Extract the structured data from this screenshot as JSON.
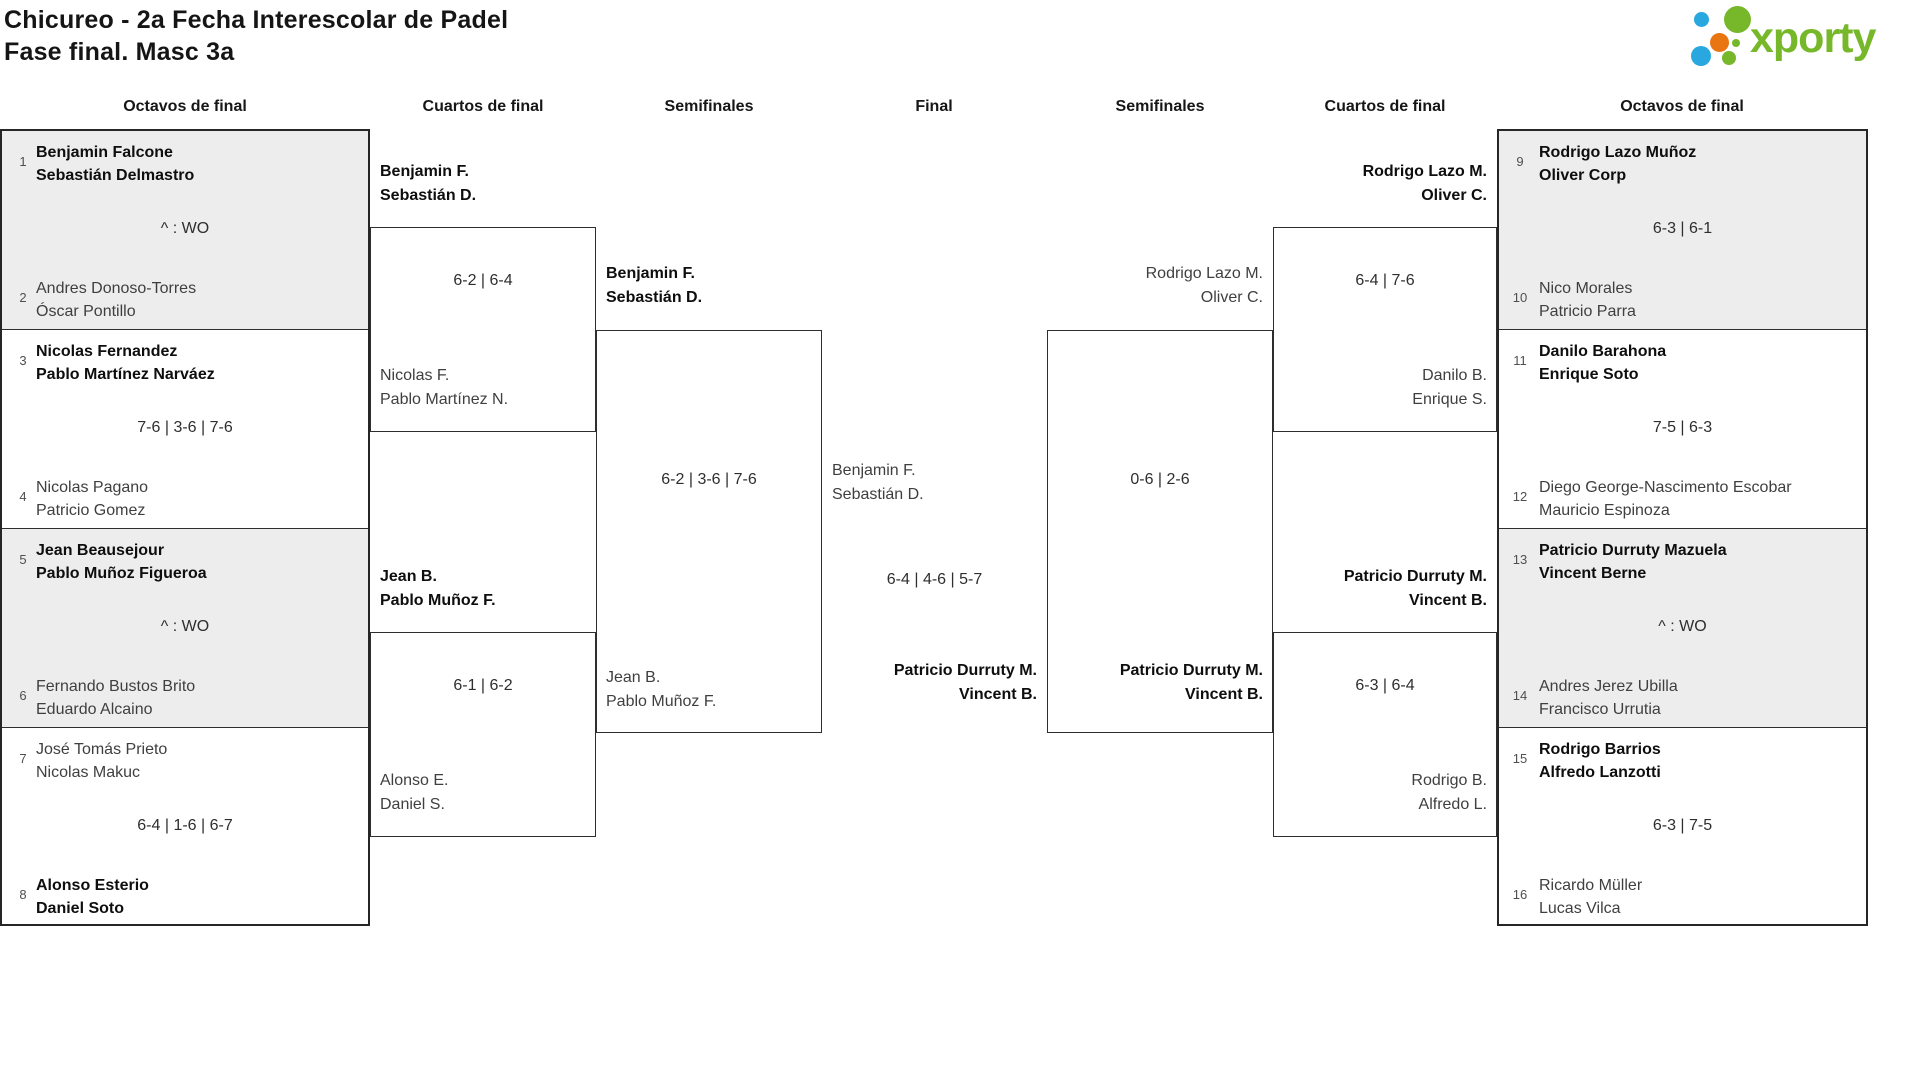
{
  "title": {
    "line1": "Chicureo - 2a Fecha Interescolar de Padel",
    "line2": "Fase final. Masc 3a"
  },
  "logo": {
    "text": "xporty",
    "green": "#76b82a",
    "blue": "#29a8e0",
    "orange": "#e87511"
  },
  "round_headers": {
    "r16_left": "Octavos de final",
    "qf_left": "Cuartos de final",
    "sf_left": "Semifinales",
    "final": "Final",
    "sf_right": "Semifinales",
    "qf_right": "Cuartos de final",
    "r16_right": "Octavos de final"
  },
  "r16_left": [
    {
      "seed_top": "1",
      "top": [
        "Benjamin Falcone",
        "Sebastián Delmastro"
      ],
      "score": "^ : WO",
      "seed_bottom": "2",
      "bottom": [
        "Andres Donoso-Torres",
        "Óscar Pontillo"
      ]
    },
    {
      "seed_top": "3",
      "top": [
        "Nicolas Fernandez",
        "Pablo Martínez Narváez"
      ],
      "score": "7-6 | 3-6 | 7-6",
      "seed_bottom": "4",
      "bottom": [
        "Nicolas Pagano",
        "Patricio Gomez"
      ]
    },
    {
      "seed_top": "5",
      "top": [
        "Jean Beausejour",
        "Pablo Muñoz Figueroa"
      ],
      "score": "^ : WO",
      "seed_bottom": "6",
      "bottom": [
        "Fernando Bustos Brito",
        "Eduardo Alcaino"
      ]
    },
    {
      "seed_top": "7",
      "top": [
        "José Tomás Prieto",
        "Nicolas Makuc"
      ],
      "score": "6-4 | 1-6 | 6-7",
      "seed_bottom": "8",
      "bottom": [
        "Alonso Esterio",
        "Daniel Soto"
      ]
    }
  ],
  "r16_right": [
    {
      "seed_top": "9",
      "top": [
        "Rodrigo Lazo Muñoz",
        "Oliver Corp"
      ],
      "score": "6-3 | 6-1",
      "seed_bottom": "10",
      "bottom": [
        "Nico Morales",
        "Patricio Parra"
      ]
    },
    {
      "seed_top": "11",
      "top": [
        "Danilo Barahona",
        "Enrique Soto"
      ],
      "score": "7-5 | 6-3",
      "seed_bottom": "12",
      "bottom": [
        "Diego George-Nascimento Escobar",
        "Mauricio Espinoza"
      ]
    },
    {
      "seed_top": "13",
      "top": [
        "Patricio Durruty Mazuela",
        "Vincent Berne"
      ],
      "score": "^ : WO",
      "seed_bottom": "14",
      "bottom": [
        "Andres Jerez Ubilla",
        "Francisco Urrutia"
      ]
    },
    {
      "seed_top": "15",
      "top": [
        "Rodrigo Barrios",
        "Alfredo Lanzotti"
      ],
      "score": "6-3 | 7-5",
      "seed_bottom": "16",
      "bottom": [
        "Ricardo Müller",
        "Lucas Vilca"
      ]
    }
  ],
  "qf_left": [
    {
      "top": [
        "Benjamin F.",
        "Sebastián D."
      ],
      "score": "6-2 | 6-4",
      "bottom": [
        "Nicolas F.",
        "Pablo Martínez N."
      ]
    },
    {
      "top": [
        "Jean B.",
        "Pablo Muñoz F."
      ],
      "score": "6-1 | 6-2",
      "bottom": [
        "Alonso E.",
        "Daniel S."
      ]
    }
  ],
  "qf_right": [
    {
      "top": [
        "Rodrigo Lazo M.",
        "Oliver C."
      ],
      "score": "6-4 | 7-6",
      "bottom": [
        "Danilo B.",
        "Enrique S."
      ]
    },
    {
      "top": [
        "Patricio Durruty M.",
        "Vincent B."
      ],
      "score": "6-3 | 6-4",
      "bottom": [
        "Rodrigo B.",
        "Alfredo L."
      ]
    }
  ],
  "sf_left": {
    "top": [
      "Benjamin F.",
      "Sebastián D."
    ],
    "score": "6-2 | 3-6 | 7-6",
    "bottom": [
      "Jean B.",
      "Pablo Muñoz F."
    ]
  },
  "sf_right": {
    "top": [
      "Rodrigo Lazo M.",
      "Oliver C."
    ],
    "score": "0-6 | 2-6",
    "bottom": [
      "Patricio Durruty M.",
      "Vincent B."
    ]
  },
  "final": {
    "top": [
      "Benjamin F.",
      "Sebastián D."
    ],
    "score": "6-4 | 4-6 | 5-7",
    "winner": [
      "Patricio Durruty M.",
      "Vincent B."
    ]
  }
}
